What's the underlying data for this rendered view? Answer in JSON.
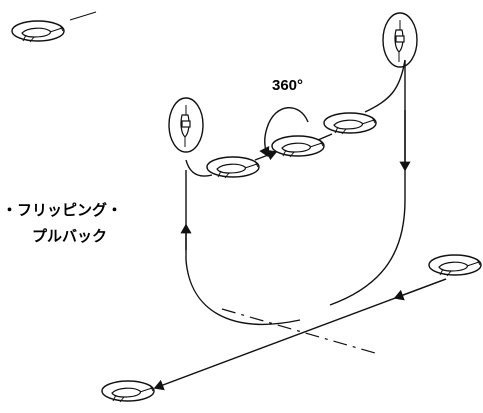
{
  "diagram": {
    "rotation_label": "360°",
    "maneuver_name_line1": "・フリッピング・",
    "maneuver_name_line2": "プルバック"
  },
  "helicopters": [
    {
      "name": "heli-top-left",
      "attitude": "level"
    },
    {
      "name": "heli-mid-left",
      "attitude": "level"
    },
    {
      "name": "heli-center",
      "attitude": "level-rolling"
    },
    {
      "name": "heli-mid-right",
      "attitude": "level"
    },
    {
      "name": "heli-left-vertical",
      "attitude": "vertical"
    },
    {
      "name": "heli-right-vertical",
      "attitude": "vertical"
    },
    {
      "name": "heli-bottom-left",
      "attitude": "level"
    },
    {
      "name": "heli-bottom-right",
      "attitude": "level"
    }
  ]
}
